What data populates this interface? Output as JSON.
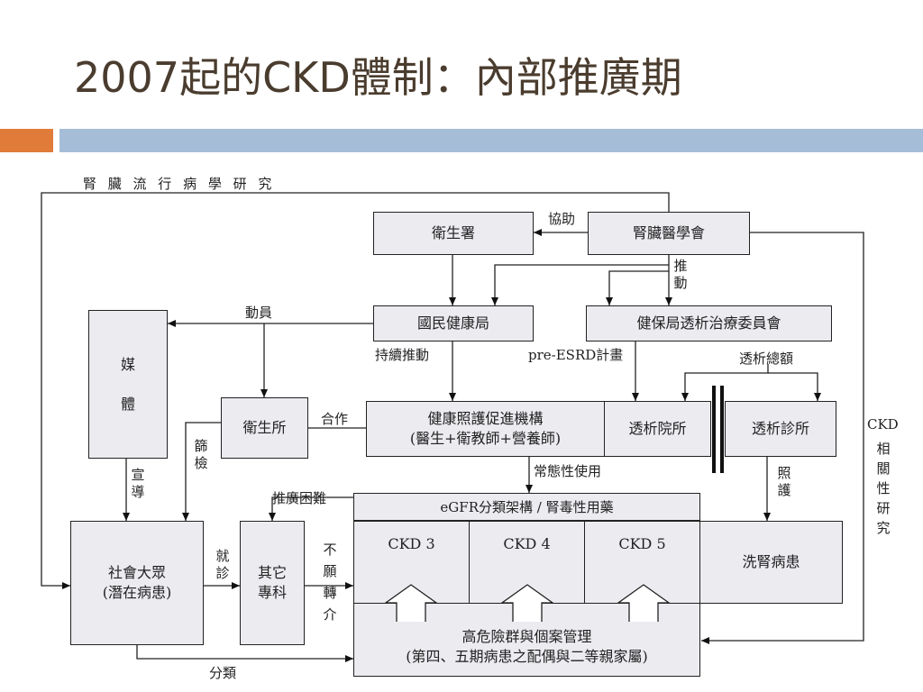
{
  "slide": {
    "title": "2007起的CKD體制：內部推廣期"
  },
  "diagram": {
    "nodes": {
      "doh": "衛生署",
      "nephrology": "腎臟醫學會",
      "hpa": "國民健康局",
      "nhi_committee": "健保局透析治療委員會",
      "media": "媒\n\n體",
      "health_station": "衛生所",
      "care_org_line1": "健康照護促進機構",
      "care_org_line2": "(醫生+衛教師+營養師)",
      "dialysis_hospital": "透析院所",
      "dialysis_clinic": "透析診所",
      "public_line1": "社會大眾",
      "public_line2": "(潛在病患)",
      "other_specialty": "其它\n專科",
      "egfr": "eGFR分類架構 / 腎毒性用藥",
      "ckd3": "CKD 3",
      "ckd4": "CKD 4",
      "ckd5": "CKD 5",
      "dialysis_patients": "洗腎病患",
      "high_risk_line1": "高危險群與個案管理",
      "high_risk_line2": "(第四、五期病患之配偶與二等親家屬)"
    },
    "labels": {
      "epidemiology": "腎 臟 流 行 病 學 研 究",
      "assist": "協助",
      "promote_v": "推\n動",
      "mobilize": "動員",
      "continuous_promote": "持續推動",
      "pre_esrd": "pre-ESRD計畫",
      "dialysis_budget": "透析總額",
      "cooperate": "合作",
      "screening_v": "篩\n檢",
      "advocacy_v": "宣\n導",
      "routine_use": "常態性使用",
      "promotion_difficulty": "推廣困難",
      "care_v": "照\n護",
      "ckd_research_line1": "CKD",
      "ckd_research_v": "相\n關\n性\n研\n究",
      "visit_v": "就\n診",
      "no_referral_v": "不\n願\n轉\n介",
      "classify": "分類"
    }
  }
}
